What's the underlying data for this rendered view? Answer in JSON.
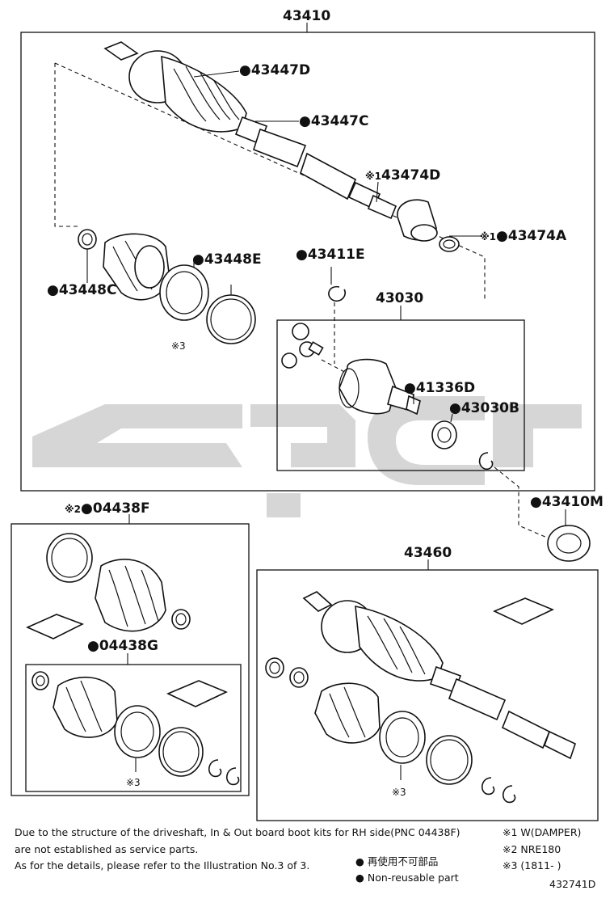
{
  "labels": {
    "l43410": "43410",
    "l43447D": "43447D",
    "l43447C": "43447C",
    "l43474D": "43474D",
    "l43474A": "43474A",
    "l43448E": "43448E",
    "l43448C": "43448C",
    "l43411E": "43411E",
    "l43030": "43030",
    "l41336D": "41336D",
    "l43030B": "43030B",
    "l43410M": "43410M",
    "l04438F": "04438F",
    "l04438G": "04438G",
    "l43460": "43460"
  },
  "marks": {
    "bullet": "●",
    "ref1": "※1",
    "ref2": "※2",
    "ref3": "※3"
  },
  "notes": {
    "line1": "Due to the structure of the driveshaft, In & Out board boot kits for RH side(PNC 04438F)",
    "line2": "are not established as service parts.",
    "line3": "As for the details, please refer to the Illustration No.3 of 3.",
    "legend_ja": "再使用不可部品",
    "legend_en": "Non-reusable part",
    "fn1": "※1 W(DAMPER)",
    "fn2": "※2 NRE180",
    "fn3": "※3 (1811-      )",
    "illustration_id": "432741D"
  }
}
